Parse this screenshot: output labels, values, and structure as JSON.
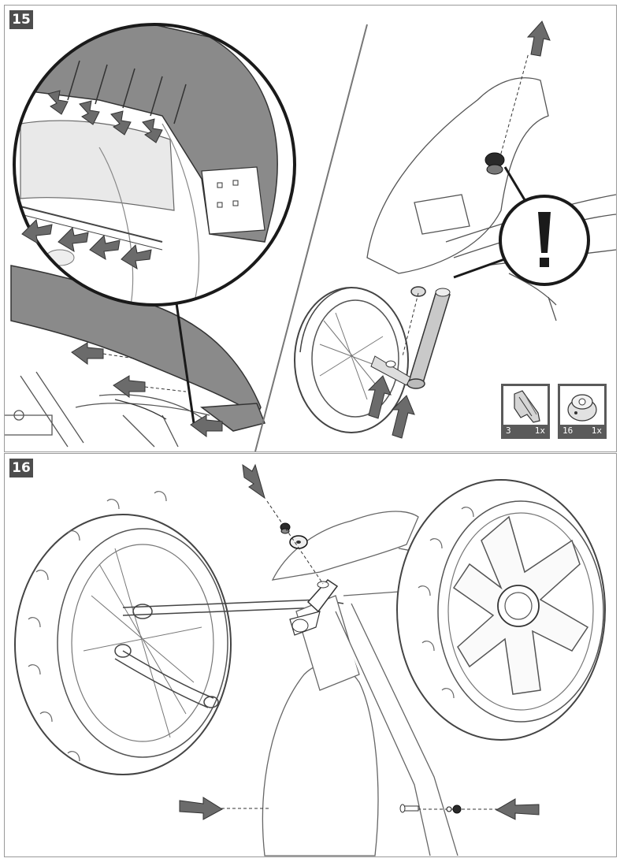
{
  "steps": [
    {
      "number": "15",
      "parts": [
        {
          "icon": "clip-icon",
          "part_no": "3",
          "qty": "1x"
        },
        {
          "icon": "nut-icon",
          "part_no": "16",
          "qty": "1x"
        }
      ]
    },
    {
      "number": "16"
    }
  ],
  "colors": {
    "line": "#3a3a3a",
    "fill_dark": "#8a8a8a",
    "fill_mid": "#bdbdbd",
    "arrow": "#6b6b6b",
    "badge": "#4d4d4d"
  }
}
